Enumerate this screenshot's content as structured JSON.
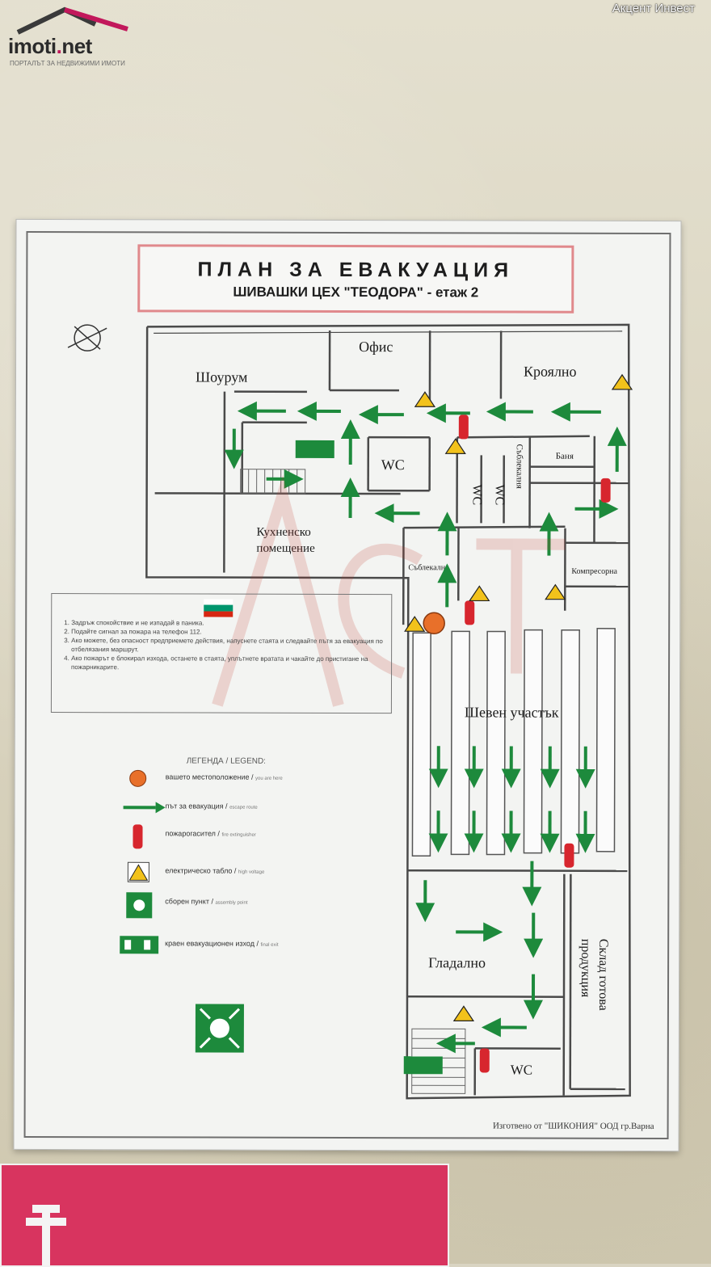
{
  "watermark": {
    "logo_prefix": "imoti",
    "logo_dot": ".",
    "logo_suffix": "net",
    "tagline": "ПОРТАЛЪТ ЗА НЕДВИЖИМИ ИМОТИ",
    "credit": "Акцент Инвест"
  },
  "sign": {
    "title": "ПЛАН ЗА ЕВАКУАЦИЯ",
    "subtitle": "ШИВАШКИ ЦЕХ \"ТЕОДОРА\" - етаж 2",
    "maker": "Изготвено от \"ШИКОНИЯ\" ООД гр.Варна"
  },
  "rooms": {
    "showroom": "Шоурум",
    "office": "Офис",
    "cutting": "Кроялно",
    "wc1": "WC",
    "wc2": "WC",
    "wc3": "WC",
    "wc4": "WC",
    "changing1": "Съблекалня",
    "changing2": "Съблекалня",
    "bath": "Баня",
    "kitchen_line1": "Кухненско",
    "kitchen_line2": "помещение",
    "compressor": "Компресорна",
    "sewing": "Шевен участък",
    "ironing": "Гладално",
    "storage_line1": "Склад готова",
    "storage_line2": "продукция"
  },
  "notes": [
    "Задръж спокойствие и не изпадай в паника.",
    "Подайте сигнал за пожара на телефон 112.",
    "Ако можете, без опасност предприемете действия, напуснете стаята и следвайте пътя за евакуация по отбелязания маршрут.",
    "Ако пожарът е блокирал изхода, останете в стаята, уплътнете вратата и чакайте до пристигане на пожарникарите."
  ],
  "legend": {
    "title": "ЛЕГЕНДА / LEGEND:",
    "items": [
      {
        "bg": "вашето местоположение /",
        "en": "you are here",
        "icon": "location-dot-icon"
      },
      {
        "bg": "път за евакуация /",
        "en": "escape route",
        "icon": "evacuation-arrow-icon"
      },
      {
        "bg": "пожарогасител /",
        "en": "fire extinguisher",
        "icon": "fire-extinguisher-icon"
      },
      {
        "bg": "електрическо табло /",
        "en": "high voltage",
        "icon": "electric-panel-icon"
      },
      {
        "bg": "сборен пункт /",
        "en": "assembly point",
        "icon": "assembly-point-icon"
      },
      {
        "bg": "краен евакуационен изход /",
        "en": "final exit",
        "icon": "final-exit-icon"
      }
    ]
  },
  "colors": {
    "route_green": "#1d8a3c",
    "extinguisher_red": "#d7262e",
    "location_orange": "#e8702a",
    "title_border": "#e0898c",
    "bottom_sign": "#d8345f"
  }
}
